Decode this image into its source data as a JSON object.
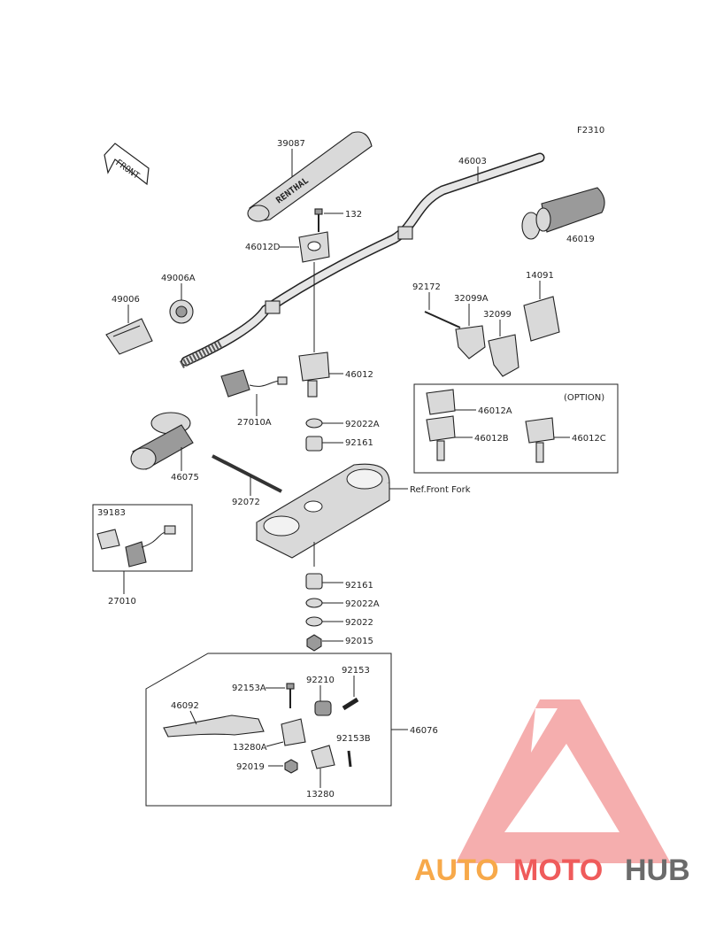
{
  "figure_code": "F2310",
  "front_arrow_label": "FRONT",
  "option_label": "(OPTION)",
  "ref_front_fork": "Ref.Front Fork",
  "grip_pad_text": "RENTHAL",
  "watermark": {
    "brand_part1": "AUTO",
    "brand_part2": "MOTO",
    "brand_part3": "HUB",
    "colors": {
      "orange": "#f7a94a",
      "red": "#ef5b5b",
      "gray": "#6b6b6b",
      "logo": "#f4a0a0"
    }
  },
  "parts": {
    "p39087": "39087",
    "p46003": "46003",
    "p132": "132",
    "p46012D": "46012D",
    "p46019": "46019",
    "p49006A": "49006A",
    "p49006": "49006",
    "p92172": "92172",
    "p32099A": "32099A",
    "p14091": "14091",
    "p32099": "32099",
    "p46012": "46012",
    "p27010A": "27010A",
    "p92022A_top": "92022A",
    "p92161_top": "92161",
    "p46012A": "46012A",
    "p46012B": "46012B",
    "p46012C": "46012C",
    "p46075": "46075",
    "p92072": "92072",
    "p39183": "39183",
    "p27010": "27010",
    "p92161_bot": "92161",
    "p92022A_bot": "92022A",
    "p92022": "92022",
    "p92015": "92015",
    "p92153A": "92153A",
    "p92210": "92210",
    "p92153": "92153",
    "p46092": "46092",
    "p46076": "46076",
    "p13280A": "13280A",
    "p92153B": "92153B",
    "p92019": "92019",
    "p13280": "13280"
  }
}
